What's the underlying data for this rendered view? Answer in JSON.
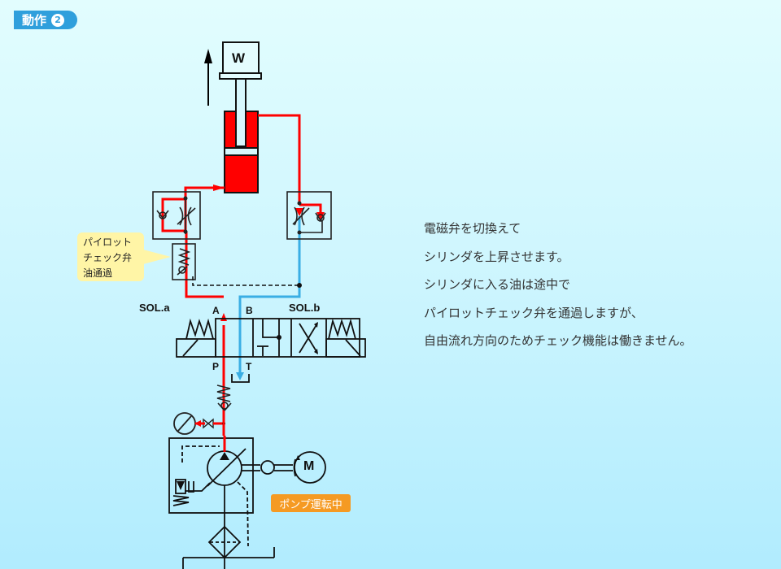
{
  "header": {
    "title": "動作",
    "step": "2"
  },
  "diagram": {
    "load_label": "W",
    "valve_labels": {
      "sol_a": "SOL.a",
      "sol_b": "SOL.b",
      "port_a": "A",
      "port_b": "B",
      "port_p": "P",
      "port_t": "T"
    },
    "motor_label": "M",
    "callout_lines": [
      "パイロット",
      "チェック弁",
      "油通過"
    ],
    "pump_status": "ポンプ運転中",
    "colors": {
      "pressure_line": "#ff0000",
      "return_line": "#3aaee4",
      "cylinder_fill": "#ff0000",
      "callout_bg": "#fff5a6",
      "status_bg": "#f59a23",
      "badge_bg": "#2f9fdc"
    }
  },
  "description": {
    "lines": [
      "電磁弁を切換えて",
      "シリンダを上昇させます。",
      "シリンダに入る油は途中で",
      "パイロットチェック弁を通過しますが、",
      "自由流れ方向のためチェック機能は働きません。"
    ]
  }
}
